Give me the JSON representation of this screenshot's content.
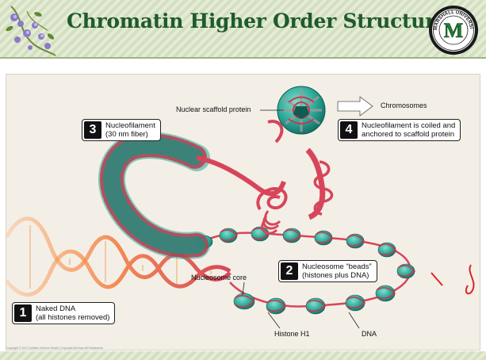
{
  "header": {
    "title": "Chromatin Higher Order Structures"
  },
  "logo": {
    "letter": "M",
    "seal_text": "MARSHALL UNIVERSITY"
  },
  "figure": {
    "labels": {
      "nuclear_scaffold": "Nuclear scaffold protein",
      "chromosomes": "Chromosomes",
      "nucleosome_core": "Nucleosome core",
      "histone_h1": "Histone H1",
      "dna": "DNA"
    },
    "callouts": [
      {
        "num": "1",
        "line1": "Naked DNA",
        "line2": "(all histones removed)"
      },
      {
        "num": "2",
        "line1": "Nucleosome “beads”",
        "line2": "(histones plus DNA)"
      },
      {
        "num": "3",
        "line1": "Nucleofilament",
        "line2": "(30 nm fiber)"
      },
      {
        "num": "4",
        "line1": "Nucleofilament is coiled and",
        "line2": "anchored to scaffold protein"
      }
    ],
    "copyright": "Copyright © 2017 Nutrition Science Health | Copyright McGraw-Hill Wadsworth"
  },
  "colors": {
    "title_green": "#1f5b2a",
    "dna_red": "#d8455a",
    "histone_teal": "#2aa696",
    "seal_green": "#1e7d34"
  }
}
